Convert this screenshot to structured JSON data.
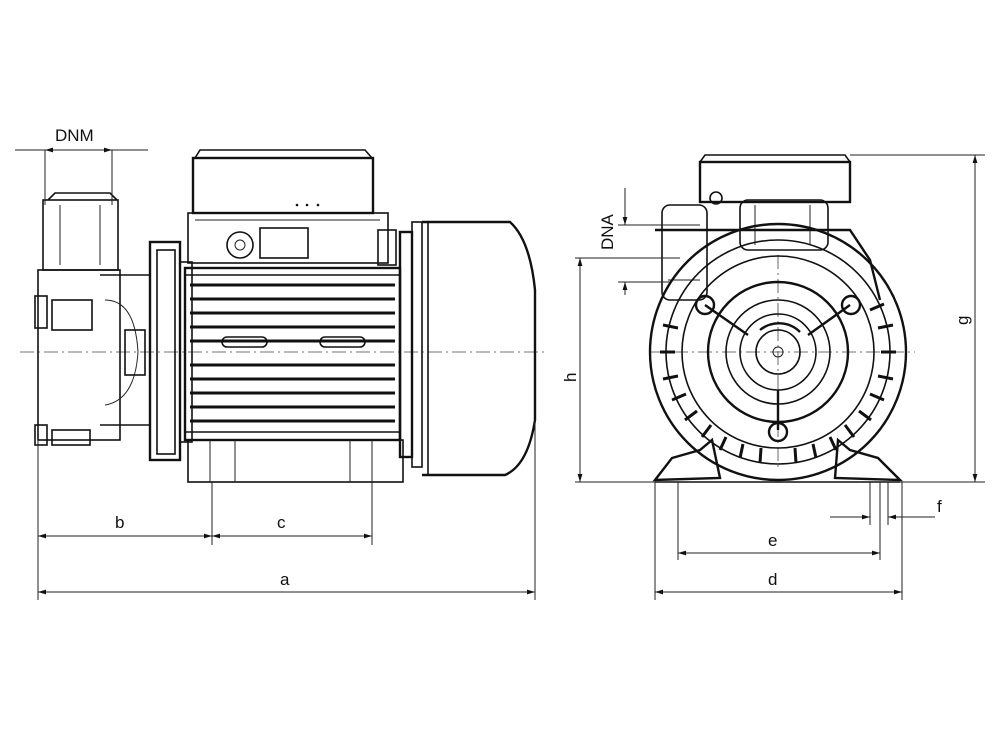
{
  "labels": {
    "dnm": "DNM",
    "dna": "DNA",
    "a": "a",
    "b": "b",
    "c": "c",
    "d": "d",
    "e": "e",
    "f": "f",
    "g": "g",
    "h": "h"
  }
}
